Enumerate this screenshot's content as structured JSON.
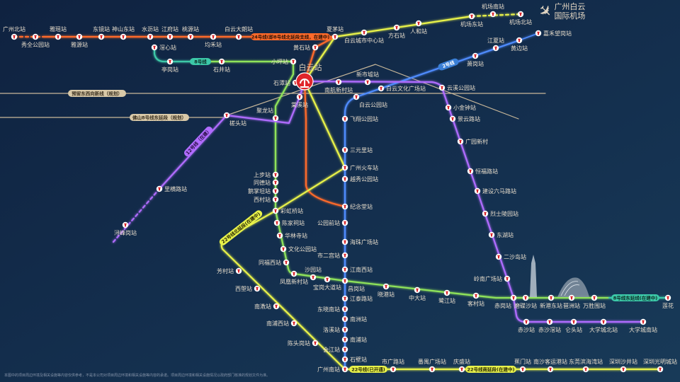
{
  "hub": {
    "name": "白云站"
  },
  "airport": {
    "line1": "广州白云",
    "line2": "国际机场"
  },
  "footer": "本图中的项目周边环境及相关设施等内容仅供参考，不是本公司对项目周边环境和相关设施等内容的承诺。项目周边环境和相关设施情况以政府部门核准的规划文件为准。",
  "colors": {
    "line24": "#ff6a2a",
    "line8": "#8fe35a",
    "line8_ext": "#3cc8a8",
    "line2": "#4f8cff",
    "line3_22": "#e8f24a",
    "line12": "#b06cff",
    "planned": "#c9b89a",
    "background": "#102441"
  },
  "badges": {
    "line24": "24号线(即8号线北延段支线，在建中)",
    "line8": "8号线",
    "line2": "2号线",
    "line12": "12号线（在建）",
    "line22_north": "22号线北延段(在建中)",
    "line22_open": "22号线(已开通)",
    "line22_south": "22号线南延段(在建中)",
    "line8_east": "8号线东延线(在建中)",
    "planned_ew": "预留东西向新线（规划）",
    "planned_fs8": "佛山8号线东延段（规划）"
  },
  "lines": {
    "line24": {
      "stations": [
        "广州北站",
        "秀全公园站",
        "雅瑶站",
        "雅源站",
        "东镜站",
        "神山东站",
        "水沥站",
        "江府站",
        "桃源站",
        "均禾站",
        "白云大朗站",
        "夏茅站",
        "黄石站"
      ]
    },
    "line8": {
      "stations": [
        "滘心站",
        "亭岗站",
        "石井站",
        "小坪站",
        "石潭站",
        "聚龙站",
        "上步站",
        "同德站",
        "鹅掌坦站",
        "西村站",
        "彩虹桥站",
        "陈家祠站",
        "华林寺站",
        "文化公园站",
        "同福西站",
        "凤凰新村站",
        "沙园站",
        "宝岗大道站",
        "昌岗站",
        "晓港站",
        "中大站",
        "鹭江站",
        "客村站",
        "赤岗站",
        "磨碟沙站",
        "新港东站",
        "琶洲站",
        "万胜围站",
        "莲花"
      ]
    },
    "line2": {
      "stations": [
        "嘉禾望岗站",
        "黄边站",
        "江夏站",
        "萧岗站",
        "白云文化广场站",
        "白云公园站",
        "飞翔公园站",
        "三元里站",
        "广州火车站",
        "越秀公园站",
        "纪念堂站",
        "公园前站",
        "海珠广场站",
        "市二宫站",
        "江南西站",
        "江泰路站",
        "东晓南站",
        "南洲站",
        "洛溪站",
        "南浦站",
        "会江站",
        "石壁站",
        "广州南站"
      ]
    },
    "line3": {
      "stations": [
        "机场北站",
        "机场南站",
        "机场东站",
        "人和站",
        "方石站",
        "白云城市中心站"
      ]
    },
    "line22": {
      "stations": [
        "芳村站",
        "西塱站",
        "南漖站",
        "南浦西站",
        "陈头岗站",
        "市广路站",
        "番禺广场站",
        "庆盛站",
        "蕉门站",
        "南沙客运港站",
        "东莞滨海湾站",
        "深圳沙井站",
        "深圳光明城站"
      ]
    },
    "line12": {
      "stations": [
        "浔峰岗站",
        "里横路站",
        "槎头站",
        "棠溪站",
        "南航新村站",
        "新市墟站",
        "云溪公园站",
        "小金钟站",
        "景云路站",
        "广园新村",
        "恒福路站",
        "建设六马路站",
        "烈士陵园站",
        "东湖站",
        "二沙岛站",
        "岭南广场站",
        "赤沙站",
        "赤沙滘站",
        "仑头站",
        "大学城北站",
        "大学城南站"
      ]
    }
  }
}
